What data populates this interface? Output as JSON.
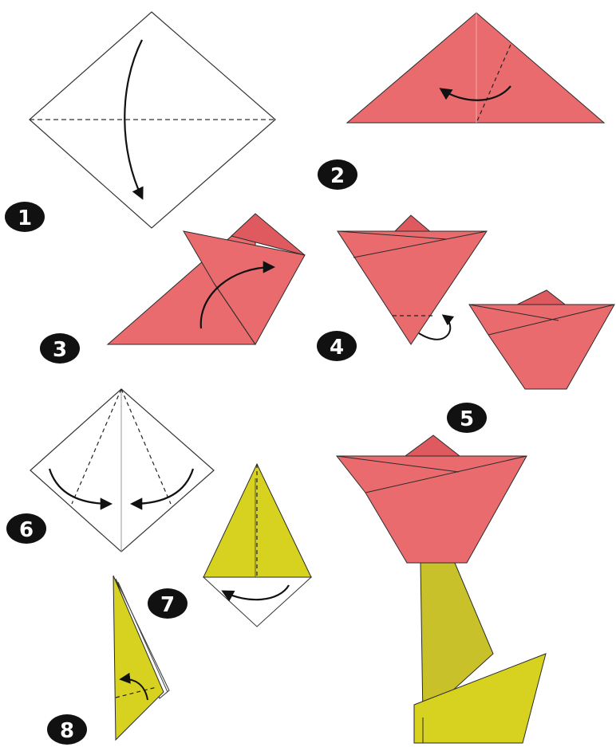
{
  "steps": [
    {
      "number": "1"
    },
    {
      "number": "2"
    },
    {
      "number": "3"
    },
    {
      "number": "4"
    },
    {
      "number": "5"
    },
    {
      "number": "6"
    },
    {
      "number": "7"
    },
    {
      "number": "8"
    }
  ],
  "colors": {
    "petal": "#e96b6e",
    "petal_dark": "#de5a5f",
    "stem_yellow": "#d6d21f",
    "stem_olive": "#c9c12a",
    "outline": "#2b2b2b",
    "label_bg": "#111111",
    "label_text": "#ffffff"
  }
}
